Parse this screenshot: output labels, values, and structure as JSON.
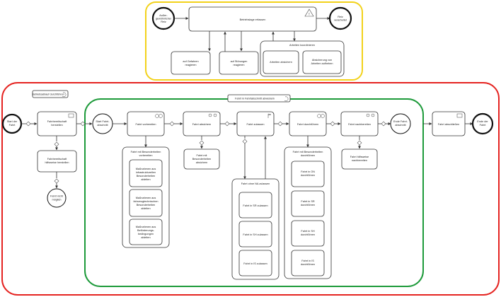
{
  "colors": {
    "yellow": "#f2d21b",
    "red": "#e52421",
    "green": "#1d9a3a"
  },
  "labels": {
    "extra_event": "Außer-gewöhnlicher Reiz",
    "awareness": "Betriebslage erfassen",
    "reacted": "Reiz verarbeitet",
    "disturbance": "auf Störungen reagieren",
    "incidents": "auf Störungen reagieren",
    "works_container": "Arbeiten koordinieren",
    "works_secure": "Arbeiten absichern",
    "works_cancel": "Absicherung von Arbeiten aufheben",
    "op_group": "Betriebsablauf durchführen",
    "start_trip": "Start der Fahrt",
    "prepare": "Fahrbereitschaft herstellen",
    "aux": "Fahrbereitschaft Hilfsweise herstellen",
    "not_possible": "Fahrt nicht möglich",
    "route_group": "Fahrt in Fahrtabschnitt abwickeln",
    "start_section": "Start Fahrt-abschnitt",
    "plan": "Fahrt vorbereiten",
    "trip_special": "Fahrt mit Besonderheiten vorbereiten",
    "measure_infra": "Maßnahmen aus infrastrukturellen Besonderheiten ableiten",
    "measure_vehicle": "Maßnahmen aus fahrzeugtechnischen Besonderheiten ableiten",
    "measure_transport": "Maßnahmen aus Beförderungs-bedingungen ableiten",
    "secure": "Fahrt absichern",
    "secure_special": "Fahrt mit Besonderheiten absichern",
    "permit": "Fahrt zulassen",
    "permit_group": "Fahrt ohne NA zulassen",
    "permit_sr": "Fahrt in SR zulassen",
    "permit_sh": "Fahrt in SH zulassen",
    "permit_is": "Fahrt in IS zulassen",
    "execute": "Fahrt durchführen",
    "exec_group": "Fahrt mit Besonderheiten durchführen",
    "exec_on": "Fahrt in ON durchführen",
    "exec_sr": "Fahrt in SR durchführen",
    "exec_sh": "Fahrt in SH durchführen",
    "exec_is": "Fahrt in IS durchführen",
    "follow": "Fahrt nachbereiten",
    "follow_aux": "Fahrt hilfsweise nachbereiten",
    "end_section": "Ende Fahrt-abschnitt",
    "finish": "Fahrt abschließen",
    "end_trip": "Ende der Fahrt"
  }
}
